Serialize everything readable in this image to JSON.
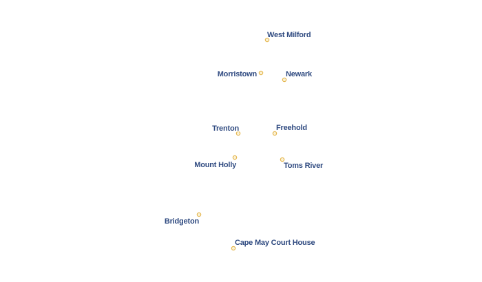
{
  "map": {
    "colors": {
      "label_text": "#2f4a80",
      "marker_fill": "#fbf1d3",
      "marker_stroke": "#e3b44a"
    },
    "cities": [
      {
        "id": "west-milford",
        "name": "West Milford"
      },
      {
        "id": "morristown",
        "name": "Morristown"
      },
      {
        "id": "newark",
        "name": "Newark"
      },
      {
        "id": "trenton",
        "name": "Trenton"
      },
      {
        "id": "freehold",
        "name": "Freehold"
      },
      {
        "id": "mount-holly",
        "name": "Mount Holly"
      },
      {
        "id": "toms-river",
        "name": "Toms River"
      },
      {
        "id": "bridgeton",
        "name": "Bridgeton"
      },
      {
        "id": "cape-may-court-house",
        "name": "Cape May Court House"
      }
    ]
  }
}
